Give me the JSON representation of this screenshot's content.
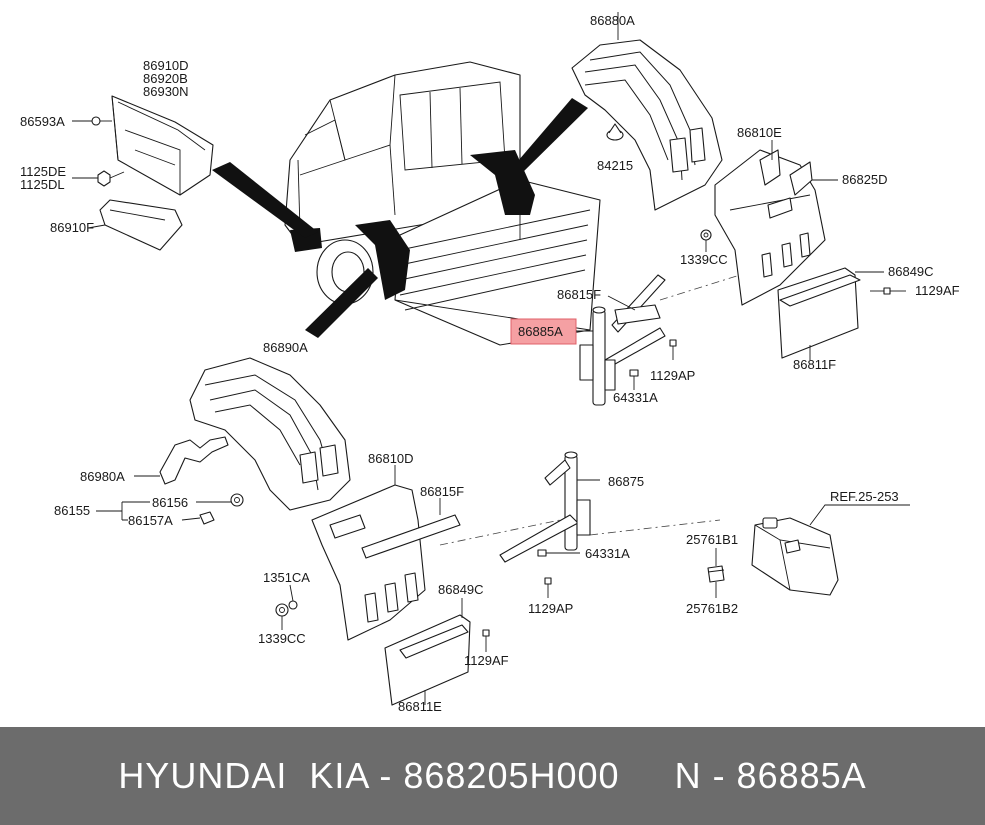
{
  "labels": {
    "l86880A": "86880A",
    "l86910D": "86910D",
    "l86920B": "86920B",
    "l86930N": "86930N",
    "l86593A": "86593A",
    "l1125DE": "1125DE",
    "l1125DL": "1125DL",
    "l86910F": "86910F",
    "l84215": "84215",
    "l86810E": "86810E",
    "l86825D": "86825D",
    "l1339CC_a": "1339CC",
    "l86849C_a": "86849C",
    "l1129AF_a": "1129AF",
    "l86815F_a": "86815F",
    "l86885A": "86885A",
    "l1129AP_a": "1129AP",
    "l86811F": "86811F",
    "l64331A_a": "64331A",
    "l86890A": "86890A",
    "l86980A": "86980A",
    "l86156": "86156",
    "l86155": "86155",
    "l86157A": "86157A",
    "l86810D": "86810D",
    "l86815F_b": "86815F",
    "l86875": "86875",
    "l64331A_b": "64331A",
    "l1351CA": "1351CA",
    "l1339CC_b": "1339CC",
    "l86849C_b": "86849C",
    "l1129AP_b": "1129AP",
    "l1129AF_b": "1129AF",
    "l86811E": "86811E",
    "l25761B1": "25761B1",
    "l25761B2": "25761B2",
    "lREF": "REF.25-253"
  },
  "highlight_color": "#f5a0a3",
  "footer": {
    "text": "HYUNDAI  KIA - 868205H000     N - 86885A",
    "background": "#6c6c6c"
  }
}
